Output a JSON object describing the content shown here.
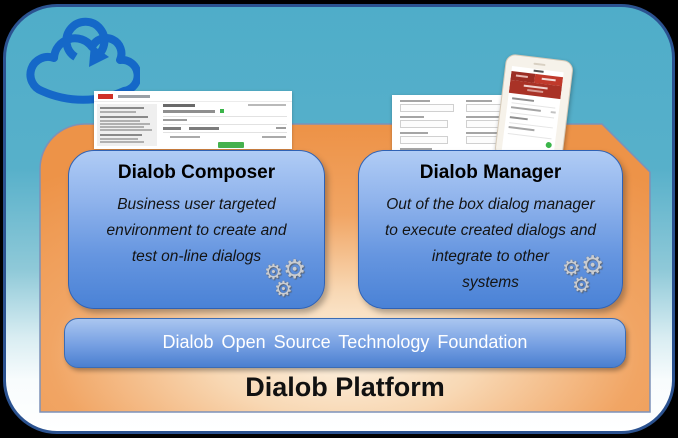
{
  "frame": {
    "outside_background": "#000000",
    "teal_top": "#4FADC9",
    "bottom_fade": "#FFFFFF",
    "border": "#2B5290"
  },
  "platform": {
    "label": "Dialob Platform",
    "foundation_label": "Dialob Open Source Technology Foundation",
    "fill_edge": "#EE9752",
    "fill_center": "#FDF3E4"
  },
  "components": {
    "composer": {
      "title": "Dialob Composer",
      "lines": [
        "Business user targeted",
        "environment to create and",
        "test on-line dialogs"
      ]
    },
    "manager": {
      "title": "Dialob Manager",
      "lines": [
        "Out of the box dialog manager",
        "to execute created dialogs and",
        "integrate to other",
        "systems"
      ]
    }
  },
  "glyphs": {
    "gear": "⚙"
  },
  "colors": {
    "component_blue_top": "#B0CCF5",
    "component_blue_bottom": "#4A82D6",
    "bar_blue_top": "#AAC6F0",
    "bar_blue_bottom": "#4A7FD0",
    "cloud_blue": "#1568C8",
    "screenshot_red": "#C0392B",
    "screenshot_dark_red": "#9B2D24",
    "screenshot_green": "#45B14E"
  }
}
